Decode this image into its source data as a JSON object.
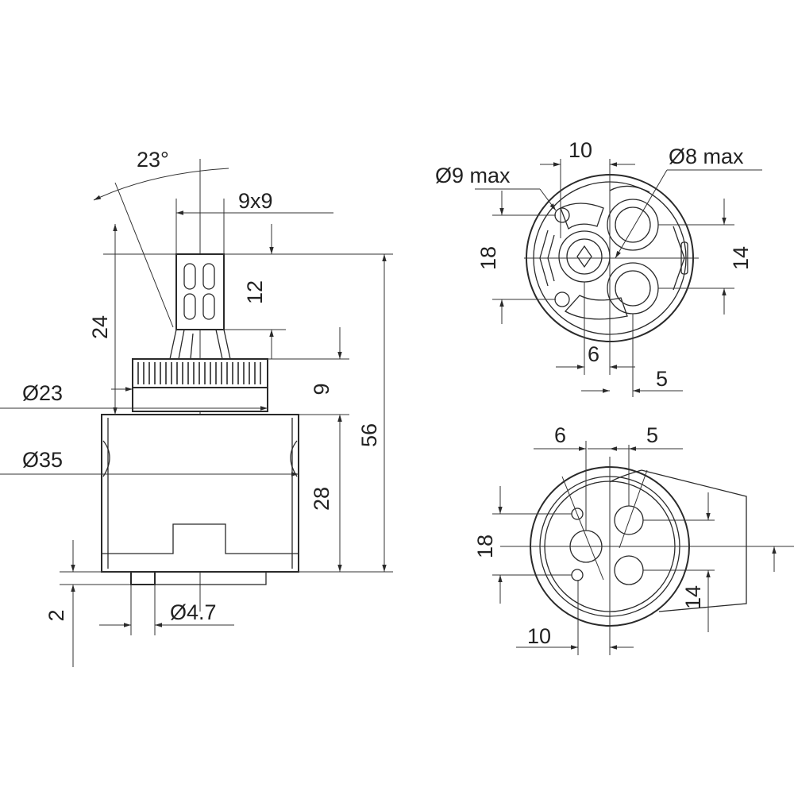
{
  "side_view": {
    "angle": "23°",
    "stem_square": "9x9",
    "stem_height": "12",
    "height_to_base_top": "24",
    "ring_height": "9",
    "ring_diameter": "Ø23",
    "body_diameter": "Ø35",
    "body_height": "28",
    "total_height": "56",
    "pin_length": "2",
    "pin_diameter": "Ø4.7"
  },
  "top_view": {
    "spacing_top": "10",
    "hole_small": "Ø9 max",
    "hole_large": "Ø8 max",
    "height_left": "18",
    "height_right": "14",
    "offset_a": "6",
    "offset_b": "5"
  },
  "bottom_view": {
    "offset_a": "6",
    "offset_b": "5",
    "height_left": "18",
    "height_right": "14",
    "spacing_bottom": "10"
  }
}
